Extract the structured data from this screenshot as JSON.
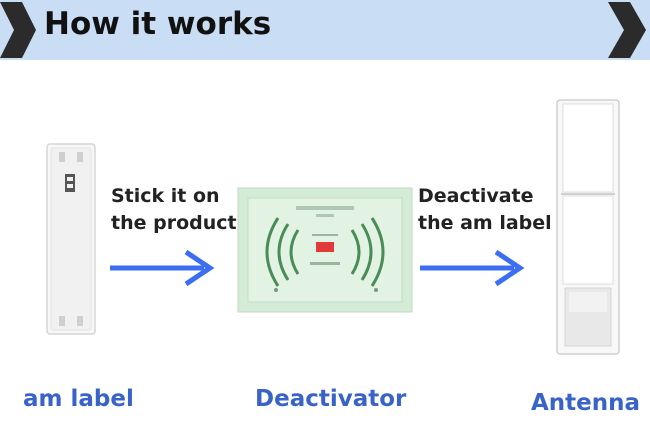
{
  "header": {
    "title": "How it works"
  },
  "steps": [
    {
      "text_line1": "Stick it on",
      "text_line2": "the product"
    },
    {
      "text_line1": "Deactivate",
      "text_line2": "the am label"
    }
  ],
  "labels": {
    "left": "am label",
    "middle": "Deactivator",
    "right": "Antenna"
  },
  "colors": {
    "banner": "#c9def5",
    "arrow": "#3b6ef0",
    "label": "#3a63c8",
    "deactivator_bg": "#d4ecd6"
  }
}
